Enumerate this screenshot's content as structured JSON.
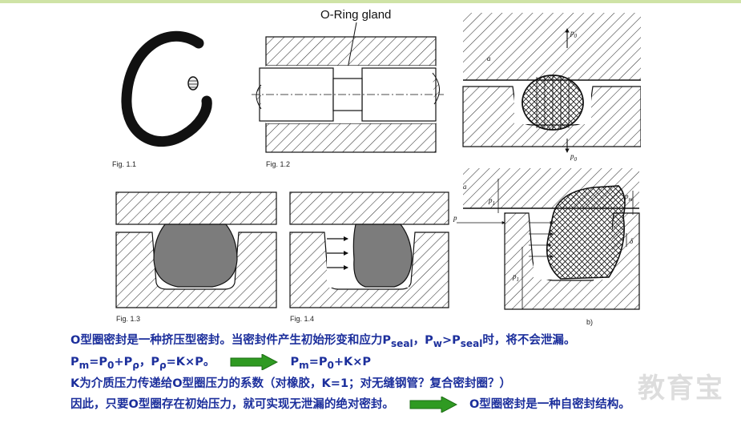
{
  "diagram": {
    "gland_title": "O-Ring gland",
    "figures": [
      "Fig. 1.1",
      "Fig. 1.2",
      "Fig. 1.3",
      "Fig. 1.4",
      "b)"
    ],
    "symbols": {
      "p0": "p",
      "p0_sub": "0",
      "p0b": "p",
      "p0b_sub": "0",
      "p": "p",
      "pm": "p",
      "pm_sub": "m",
      "p1": "p",
      "p1_sub": "1",
      "p1b": "p",
      "p1b_sub": "1",
      "delta": "δ",
      "a_mark": "a"
    }
  },
  "text": {
    "line1": "O型圈密封是一种挤压型密封。当密封件产生初始形变和应力P",
    "line1_sub1": "seal",
    "line1_mid": "，P",
    "line1_sub2": "w",
    "line1_mid2": ">P",
    "line1_sub3": "seal",
    "line1_end": "时，将不会泄漏。",
    "line2_a": "P",
    "line2_a_sub": "m",
    "line2_b": "=P",
    "line2_b_sub": "0",
    "line2_c": "+P",
    "line2_c_sub": "ρ",
    "line2_d": "，P",
    "line2_d_sub": "ρ",
    "line2_e": "=K×P。",
    "line2_f": "P",
    "line2_f_sub": "m",
    "line2_g": "=P",
    "line2_g_sub": "0",
    "line2_h": "+K×P",
    "line3": "K为介质压力传递给O型圈压力的系数（对橡胶，K=1；对无缝钢管？复合密封圈？）",
    "line4_a": "因此，只要O型圈存在初始压力，就可实现无泄漏的绝对密封。",
    "line4_b": "O型圈密封是一种自密封结构。"
  },
  "watermark": "教育宝",
  "colors": {
    "text": "#1c2f9c",
    "arrow": "#2f9a22",
    "arrow_dark": "#1d6e14",
    "topline": "#cfe3a6"
  }
}
